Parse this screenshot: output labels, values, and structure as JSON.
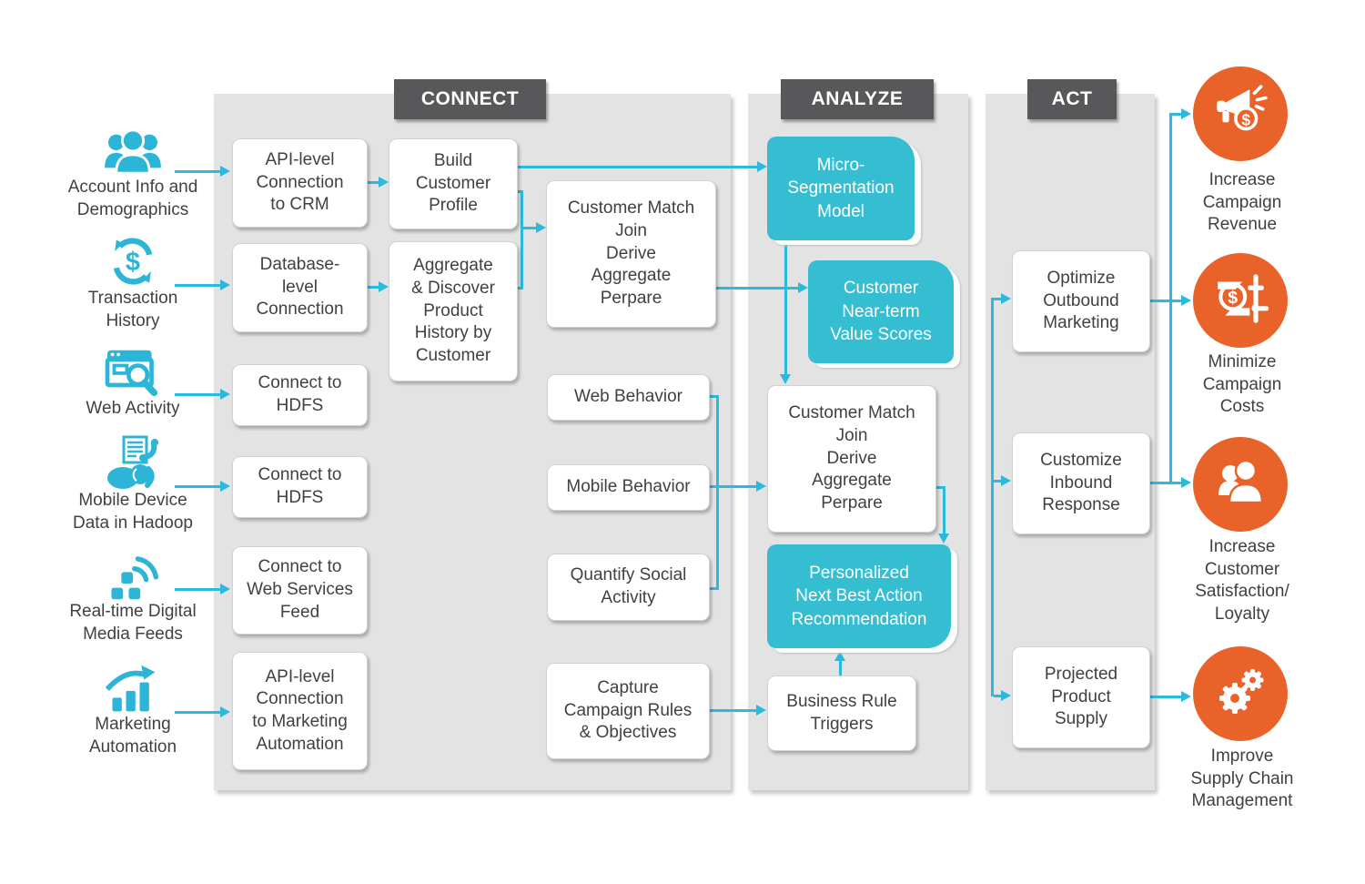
{
  "colors": {
    "teal": "#35bdd2",
    "arrow": "#2bb9dc",
    "orange": "#e8622a",
    "header_bg": "#58585a",
    "panel_bg": "#e4e3e3",
    "text": "#414042",
    "icon_teal": "#2cb5d6"
  },
  "sections": {
    "connect": {
      "header": "CONNECT"
    },
    "analyze": {
      "header": "ANALYZE"
    },
    "act": {
      "header": "ACT"
    }
  },
  "sources": [
    {
      "icon": "people-group-icon",
      "label": "Account Info and\nDemographics"
    },
    {
      "icon": "transaction-cycle-icon",
      "label": "Transaction\nHistory"
    },
    {
      "icon": "web-search-icon",
      "label": "Web Activity"
    },
    {
      "icon": "hadoop-elephant-icon",
      "label": "Mobile Device\nData in Hadoop"
    },
    {
      "icon": "digital-feeds-icon",
      "label": "Real-time Digital\nMedia Feeds"
    },
    {
      "icon": "growth-chart-icon",
      "label": "Marketing\nAutomation"
    }
  ],
  "connect_boxes": {
    "api_crm": "API-level\nConnection\nto CRM",
    "db_conn": "Database-\nlevel\nConnection",
    "hdfs_web": "Connect to\nHDFS",
    "hdfs_mobile": "Connect to\nHDFS",
    "web_services": "Connect to\nWeb Services\nFeed",
    "api_marketing": "API-level\nConnection\nto Marketing\nAutomation",
    "build_profile": "Build\nCustomer\nProfile",
    "aggregate_discover": "Aggregate\n& Discover\nProduct\nHistory by\nCustomer",
    "customer_match": "Customer Match\nJoin\nDerive\nAggregate\nPerpare",
    "web_behavior": "Web Behavior",
    "mobile_behavior": "Mobile Behavior",
    "quantify_social": "Quantify Social\nActivity",
    "capture_rules": "Capture\nCampaign Rules\n& Objectives"
  },
  "analyze_boxes": {
    "micro_segmentation": "Micro-\nSegmentation\nModel",
    "value_scores": "Customer\nNear-term\nValue Scores",
    "customer_match": "Customer Match\nJoin\nDerive\nAggregate\nPerpare",
    "personalized_nba": "Personalized\nNext Best Action\nRecommendation",
    "business_rules": "Business Rule\nTriggers"
  },
  "act_boxes": {
    "optimize_outbound": "Optimize\nOutbound\nMarketing",
    "customize_inbound": "Customize\nInbound\nResponse",
    "projected_supply": "Projected\nProduct\nSupply"
  },
  "outcomes": [
    {
      "icon": "megaphone-dollar-icon",
      "label": "Increase\nCampaign\nRevenue"
    },
    {
      "icon": "cost-control-icon",
      "label": "Minimize\nCampaign\nCosts"
    },
    {
      "icon": "customers-icon",
      "label": "Increase\nCustomer\nSatisfaction/\nLoyalty"
    },
    {
      "icon": "gears-icon",
      "label": "Improve\nSupply Chain\nManagement"
    }
  ]
}
